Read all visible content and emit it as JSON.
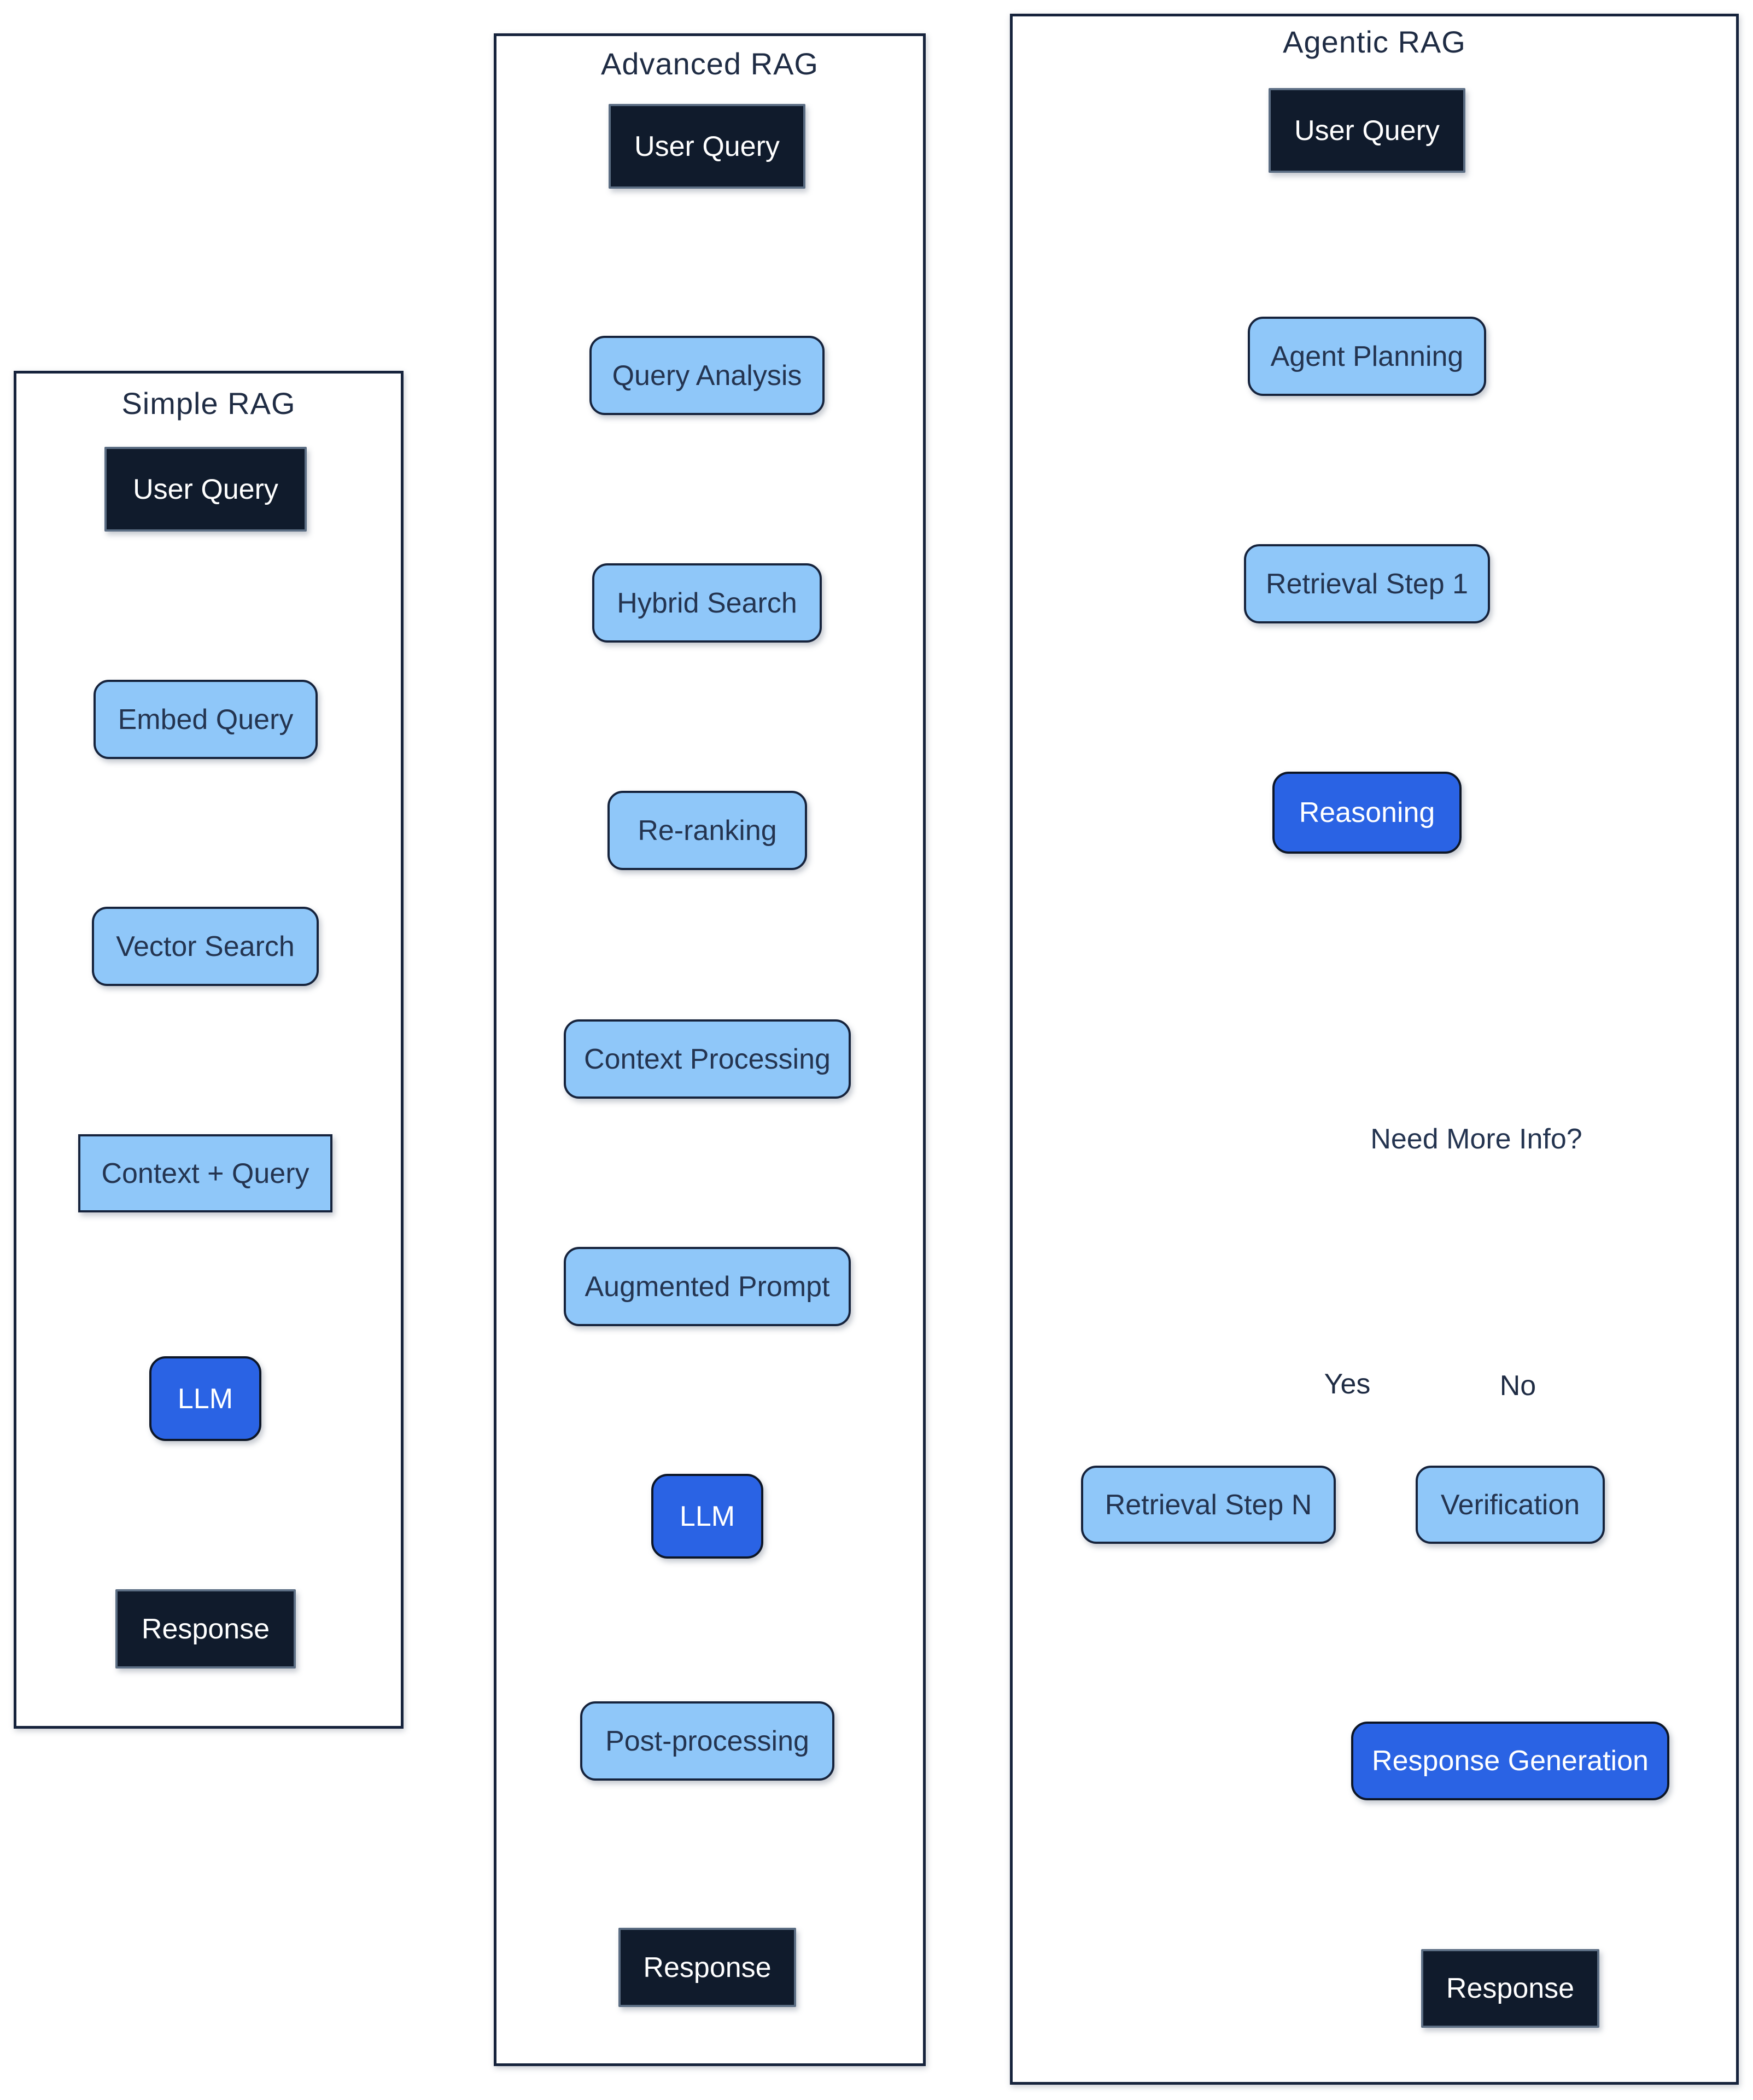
{
  "colors": {
    "background": "#ffffff",
    "panel_border": "#16233c",
    "dark_node_bg": "#101b2c",
    "dark_node_border": "#5c6e84",
    "light_node_bg": "#8fc7f9",
    "light_node_border": "#16233c",
    "accent_node_bg": "#2a63e4",
    "arrow": "#16233c",
    "text_on_light": "#243450",
    "text_on_dark": "#ffffff"
  },
  "panels": [
    {
      "id": "simple-rag",
      "title": "Simple RAG",
      "nodes": [
        {
          "label": "User Query",
          "type": "input-dark"
        },
        {
          "label": "Embed Query",
          "type": "process-light"
        },
        {
          "label": "Vector Search",
          "type": "process-light"
        },
        {
          "label": "Context + Query",
          "type": "process-light-square"
        },
        {
          "label": "LLM",
          "type": "accent-blue"
        },
        {
          "label": "Response",
          "type": "output-dark"
        }
      ],
      "edges": [
        [
          "User Query",
          "Embed Query"
        ],
        [
          "Embed Query",
          "Vector Search"
        ],
        [
          "Vector Search",
          "Context + Query"
        ],
        [
          "Context + Query",
          "LLM"
        ],
        [
          "LLM",
          "Response"
        ]
      ]
    },
    {
      "id": "advanced-rag",
      "title": "Advanced RAG",
      "nodes": [
        {
          "label": "User Query",
          "type": "input-dark"
        },
        {
          "label": "Query Analysis",
          "type": "process-light"
        },
        {
          "label": "Hybrid Search",
          "type": "process-light"
        },
        {
          "label": "Re-ranking",
          "type": "process-light"
        },
        {
          "label": "Context Processing",
          "type": "process-light"
        },
        {
          "label": "Augmented Prompt",
          "type": "process-light"
        },
        {
          "label": "LLM",
          "type": "accent-blue"
        },
        {
          "label": "Post-processing",
          "type": "process-light"
        },
        {
          "label": "Response",
          "type": "output-dark"
        }
      ],
      "edges": [
        [
          "User Query",
          "Query Analysis"
        ],
        [
          "Query Analysis",
          "Hybrid Search"
        ],
        [
          "Hybrid Search",
          "Re-ranking"
        ],
        [
          "Re-ranking",
          "Context Processing"
        ],
        [
          "Context Processing",
          "Augmented Prompt"
        ],
        [
          "Augmented Prompt",
          "LLM"
        ],
        [
          "LLM",
          "Post-processing"
        ],
        [
          "Post-processing",
          "Response"
        ]
      ]
    },
    {
      "id": "agentic-rag",
      "title": "Agentic RAG",
      "nodes": [
        {
          "label": "User Query",
          "type": "input-dark"
        },
        {
          "label": "Agent Planning",
          "type": "process-light"
        },
        {
          "label": "Retrieval Step 1",
          "type": "process-light"
        },
        {
          "label": "Reasoning",
          "type": "accent-blue"
        },
        {
          "label": "Need More Info?",
          "type": "decision-diamond"
        },
        {
          "label": "Retrieval Step N",
          "type": "process-light"
        },
        {
          "label": "Verification",
          "type": "process-light"
        },
        {
          "label": "Response Generation",
          "type": "accent-blue"
        },
        {
          "label": "Response",
          "type": "output-dark"
        }
      ],
      "branch_labels": {
        "yes": "Yes",
        "no": "No"
      },
      "edges": [
        [
          "User Query",
          "Agent Planning"
        ],
        [
          "Agent Planning",
          "Retrieval Step 1"
        ],
        [
          "Retrieval Step 1",
          "Reasoning"
        ],
        [
          "Reasoning",
          "Need More Info?"
        ],
        [
          "Need More Info?",
          "Retrieval Step N",
          "Yes"
        ],
        [
          "Need More Info?",
          "Verification",
          "No"
        ],
        [
          "Retrieval Step N",
          "Reasoning"
        ],
        [
          "Verification",
          "Response Generation"
        ],
        [
          "Response Generation",
          "Response"
        ]
      ]
    }
  ]
}
